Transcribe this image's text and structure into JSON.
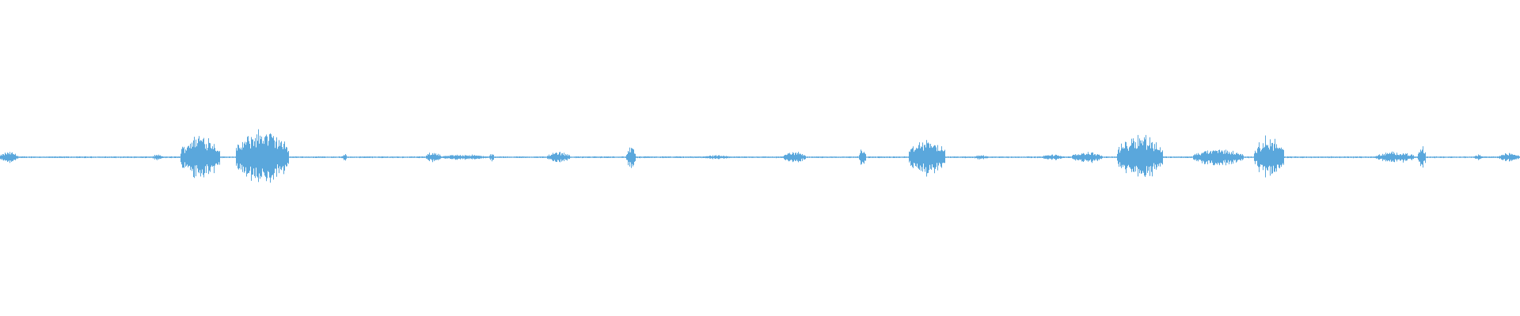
{
  "waveform": {
    "color": "#5aa7dc",
    "samples": 1920,
    "segments": [
      {
        "start": 0.0,
        "end": 0.012,
        "amplitude": 0.02
      },
      {
        "start": 0.1,
        "end": 0.107,
        "amplitude": 0.01
      },
      {
        "start": 0.119,
        "end": 0.145,
        "amplitude": 0.085
      },
      {
        "start": 0.155,
        "end": 0.19,
        "amplitude": 0.1
      },
      {
        "start": 0.225,
        "end": 0.228,
        "amplitude": 0.012
      },
      {
        "start": 0.28,
        "end": 0.29,
        "amplitude": 0.02
      },
      {
        "start": 0.29,
        "end": 0.32,
        "amplitude": 0.01
      },
      {
        "start": 0.322,
        "end": 0.325,
        "amplitude": 0.015
      },
      {
        "start": 0.36,
        "end": 0.375,
        "amplitude": 0.02
      },
      {
        "start": 0.412,
        "end": 0.418,
        "amplitude": 0.04
      },
      {
        "start": 0.46,
        "end": 0.48,
        "amplitude": 0.007
      },
      {
        "start": 0.515,
        "end": 0.53,
        "amplitude": 0.02
      },
      {
        "start": 0.565,
        "end": 0.57,
        "amplitude": 0.035
      },
      {
        "start": 0.598,
        "end": 0.622,
        "amplitude": 0.065
      },
      {
        "start": 0.64,
        "end": 0.65,
        "amplitude": 0.008
      },
      {
        "start": 0.685,
        "end": 0.7,
        "amplitude": 0.01
      },
      {
        "start": 0.705,
        "end": 0.725,
        "amplitude": 0.02
      },
      {
        "start": 0.735,
        "end": 0.765,
        "amplitude": 0.085
      },
      {
        "start": 0.785,
        "end": 0.818,
        "amplitude": 0.03
      },
      {
        "start": 0.825,
        "end": 0.845,
        "amplitude": 0.075
      },
      {
        "start": 0.905,
        "end": 0.93,
        "amplitude": 0.02
      },
      {
        "start": 0.933,
        "end": 0.938,
        "amplitude": 0.04
      },
      {
        "start": 0.97,
        "end": 0.975,
        "amplitude": 0.01
      },
      {
        "start": 0.985,
        "end": 1.0,
        "amplitude": 0.015
      }
    ]
  }
}
